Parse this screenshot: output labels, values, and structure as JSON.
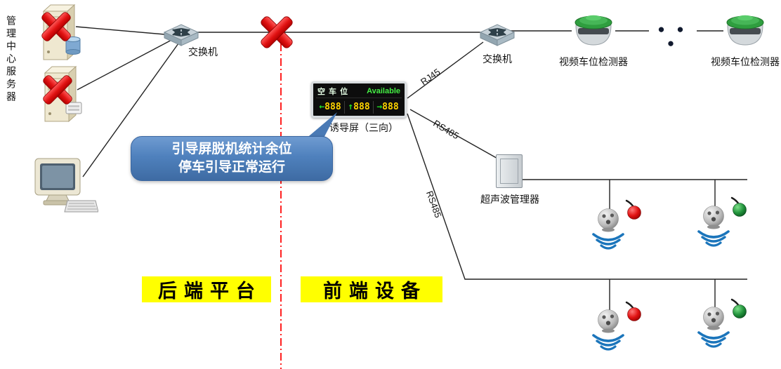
{
  "backend": {
    "management_label": "管理中心服务器",
    "switch_label": "交换机",
    "zone_badge": "后端平台"
  },
  "frontend": {
    "switch_label": "交换机",
    "camera1_label": "视频车位检测器",
    "camera2_label": "视频车位检测器",
    "ellipsis": "● ● ●",
    "manager_label": "超声波管理器",
    "zone_badge": "前端设备"
  },
  "links": {
    "rj45": "RJ45",
    "rs485_manager": "RS485",
    "rs485_sensors": "RS485"
  },
  "display_board": {
    "title_cn": "空 车 位",
    "title_en": "Available",
    "groups": [
      {
        "arrow": "←",
        "value": "888"
      },
      {
        "arrow": "↑",
        "value": "888"
      },
      {
        "arrow": "→",
        "value": "888"
      }
    ],
    "caption": "诱导屏（三向）"
  },
  "callout": {
    "line1": "引导屏脱机统计余位",
    "line2": "停车引导正常运行"
  },
  "colors": {
    "callout_blue": "#4f81bd",
    "zone_yellow": "#ffff00",
    "fault_red": "#e01212",
    "divider_red": "#ff2020",
    "led_digit_yellow": "#ffd400",
    "led_arrow_green": "#22dd22",
    "display_green": "#44ee44",
    "wave_blue": "#1b75bb",
    "camera_green": "#2f9e3f"
  }
}
